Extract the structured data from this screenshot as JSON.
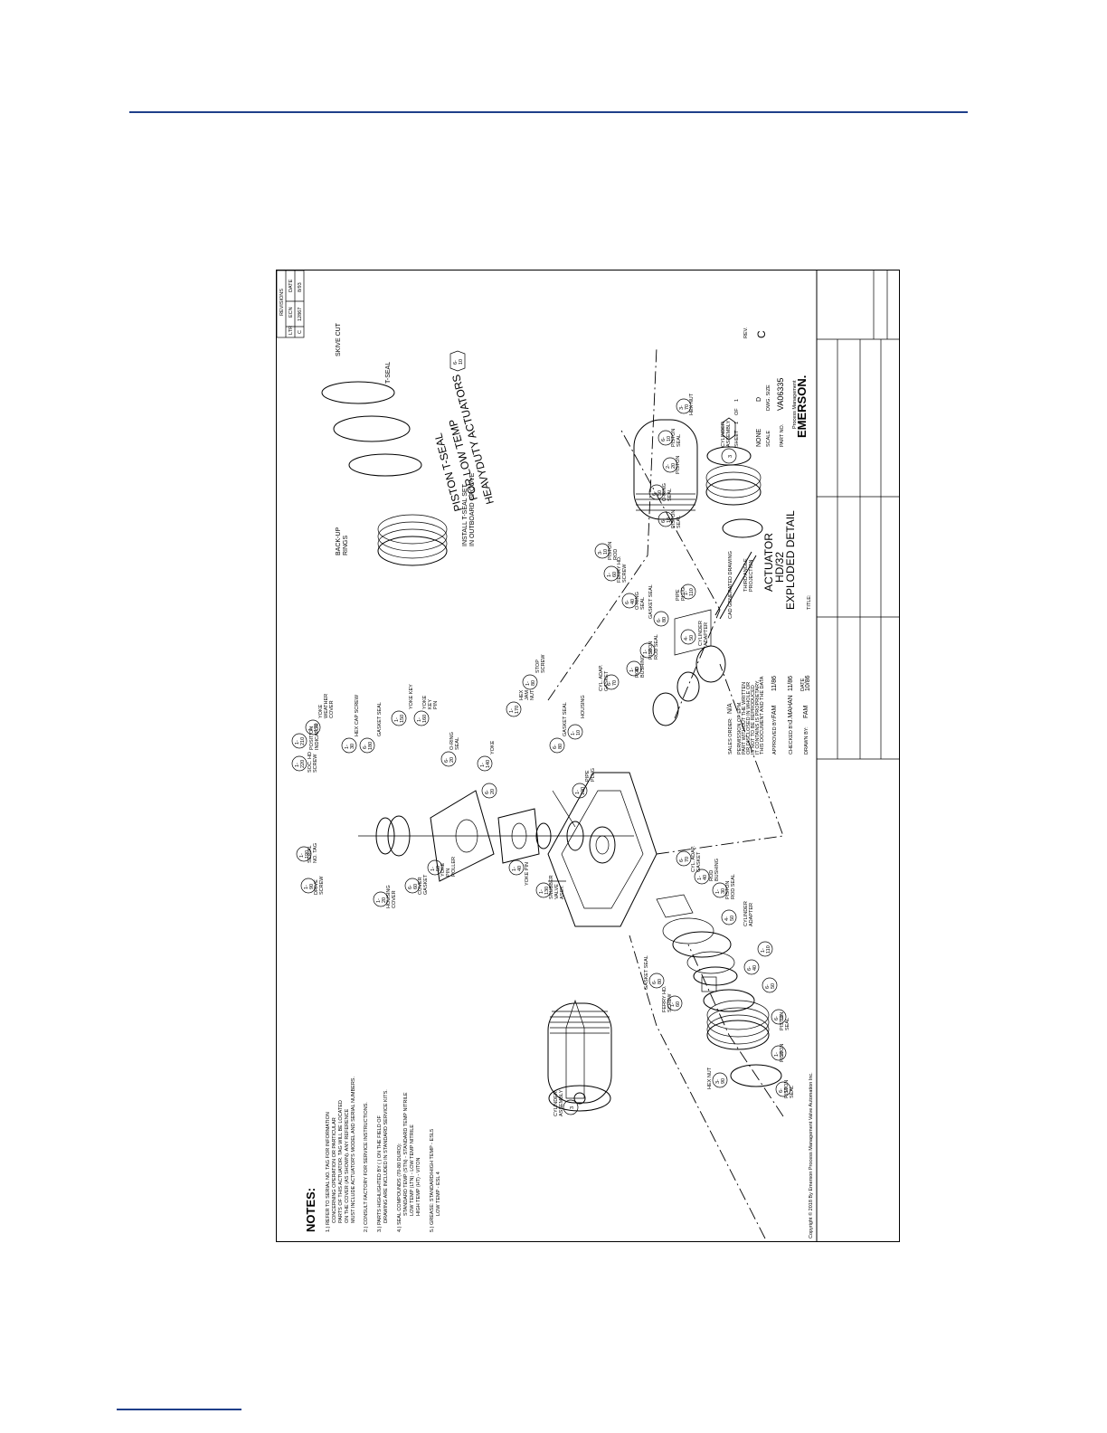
{
  "revisions": {
    "heading": "REVISIONS",
    "cols": [
      "LTR",
      "ECN",
      "DATE"
    ],
    "row": [
      "C",
      "12867",
      "8/93"
    ]
  },
  "notes": {
    "heading": "NOTES:",
    "lines": [
      "1.) REFER TO SERIAL NO. TAG FOR INFORMATION",
      "CONCERNING OPERATION OR PARTICULAR",
      "PARTS OF THIS ACTUATOR. TAG WILL BE LOCATED",
      "ON THE COVER (AS SHOWN). ANY REFERENCE",
      "MUST INCLUDE ACTUATOR'S MODEL AND SERIAL NUMBERS.",
      "2.) CONSULT FACTORY FOR SERVICE INSTRUCTIONS.",
      "3.) PARTS HIGHLIGHTED BY ( ) ON THE FIELD OF",
      "DRAWING ARE INCLUDED IN STANDARD SERVICE KITS.",
      "4.) SEAL COMPOUNDS (70-80 DURO):",
      "STANDARD TEMP (STN) - STANDARD TEMP NITRILE",
      "LOW TEMP (LTN) - LOW TEMP NITRILE",
      "HIGH TEMP (HT) - VITON",
      "5.) GREASE: STANDARD/HIGH TEMP - ESL5",
      "LOW TEMP - ESL 4"
    ]
  },
  "tseal": {
    "title": [
      "PISTON T-SEAL",
      "FOR LOW TEMP",
      "HEAVYDUTY ACTUATORS"
    ],
    "tag": [
      "6-",
      "10"
    ],
    "skive": "SKIVE CUT",
    "tseal": "T-SEAL",
    "backup": [
      "BACK-UP",
      "RINGS"
    ],
    "install": [
      "INSTALL T-SEAL SET",
      "IN OUTBOARD GROOVE"
    ]
  },
  "parts": {
    "soc_hd_screw": [
      "SOC. HD",
      "SCREW"
    ],
    "pos_indicator": [
      "POSITION",
      "INDICATOR"
    ],
    "yoke_weather_cover": [
      "YOKE",
      "WEATHER",
      "COVER"
    ],
    "hex_cap_screw": "HEX CAP SCREW",
    "gasket_seal": "GASKET SEAL",
    "yoke_key": "YOKE KEY",
    "yoke_key_pin": [
      "YOKE",
      "KEY",
      "PIN"
    ],
    "oring_seal": [
      "O-RING",
      "SEAL"
    ],
    "yoke": "YOKE",
    "hex_jam_nut": [
      "HEX",
      "JAM",
      "NUT"
    ],
    "stop_screw": [
      "STOP",
      "SCREW"
    ],
    "housing": "HOUSING",
    "pipe_plug": [
      "PIPE",
      "PLUG"
    ],
    "serial_no_tag": [
      "SERIAL",
      "NO. TAG"
    ],
    "drive_screw": [
      "DRIVE",
      "SCREW"
    ],
    "housing_cover": [
      "HOUSING",
      "COVER"
    ],
    "cover_gasket": [
      "COVER",
      "GASKET"
    ],
    "yoke_pin_roller": [
      "YOKE",
      "PIN",
      "ROLLER"
    ],
    "yoke_pin": "YOKE PIN",
    "snubber_valve": [
      "SNUBBER",
      "VALVE",
      "ASSY."
    ],
    "cyl_adap_gasket": [
      "CYL. ADAP.",
      "GASKET"
    ],
    "rod_bushing": [
      "ROD",
      "BUSHING"
    ],
    "piston_rod_seal": [
      "PISTON",
      "ROD SEAL"
    ],
    "cylinder_adapter": [
      "CYLINDER",
      "ADAPTER"
    ],
    "ferry_screw": [
      "FERRY HD.",
      "SCREW"
    ],
    "piston": "PISTON",
    "piston_seal": [
      "PISTON",
      "SEAL"
    ],
    "hex_nut": [
      "HEX NUT"
    ],
    "cylinder_assembly": [
      "CYLINDER",
      "ASSEMBLY"
    ],
    "piston_rod": [
      "PISTON",
      "ROD"
    ]
  },
  "tags": {
    "t1_220": [
      "1-",
      "220"
    ],
    "t1_210": [
      "1-",
      "210"
    ],
    "t1_170": [
      "1-",
      "170"
    ],
    "t1_30": [
      "1-",
      "30"
    ],
    "t6_180": [
      "6-",
      "180"
    ],
    "t1_150": [
      "1-",
      "150"
    ],
    "t1_160": [
      "1-",
      "160"
    ],
    "t6_20": [
      "6-",
      "20"
    ],
    "t1_140": [
      "1-",
      "140"
    ],
    "t6_20b": [
      "6-",
      "20"
    ],
    "t1_170b": [
      "1-",
      "170"
    ],
    "t1_80": [
      "1-",
      "80"
    ],
    "t6_80": [
      "6-",
      "80"
    ],
    "t1_10": [
      "1-",
      "10"
    ],
    "t1_100": [
      "1-",
      "100"
    ],
    "t1_190": [
      "1-",
      "190"
    ],
    "t1_90": [
      "1-",
      "90"
    ],
    "t1_20": [
      "1-",
      "20"
    ],
    "t6_60": [
      "6-",
      "60"
    ],
    "t1_50": [
      "1-",
      "50"
    ],
    "t1_40": [
      "1-",
      "40"
    ],
    "t1_130": [
      "1-",
      "130"
    ],
    "t6_70": [
      "6-",
      "70"
    ],
    "t1_40b": [
      "1-",
      "40"
    ],
    "t1_30b": [
      "1-",
      "30"
    ],
    "t4_50": [
      "4-",
      "50"
    ],
    "t1_110": [
      "1-",
      "110"
    ],
    "t6_80b": [
      "6-",
      "80"
    ],
    "t1_60": [
      "1-",
      "60"
    ],
    "t6_40": [
      "6-",
      "40"
    ],
    "t6_50": [
      "6-",
      "50"
    ],
    "t6_10": [
      "6-",
      "10"
    ],
    "t1_20b": [
      "1-",
      "20"
    ],
    "t6_10b": [
      "6-",
      "10"
    ],
    "t3_90": [
      "3-",
      "90"
    ],
    "t3": "3",
    "t3b": "3",
    "t3_70": [
      "3-",
      "70"
    ],
    "t6_10c": [
      "6-",
      "10"
    ],
    "t2_20": [
      "2-",
      "20"
    ],
    "t6_50b": [
      "6-",
      "50"
    ],
    "t6_10d": [
      "6-",
      "10"
    ],
    "t3_10": [
      "3-",
      "10"
    ],
    "t1_60b": [
      "1-",
      "60"
    ],
    "t6_40b": [
      "6-",
      "40"
    ],
    "t6_80c": [
      "6-",
      "80"
    ],
    "t4_50b": [
      "4-",
      "50"
    ],
    "t1_40c": [
      "1-",
      "40"
    ],
    "t1_30c": [
      "1-",
      "30"
    ],
    "t1_110b": [
      "1-",
      "110"
    ],
    "t6_70b": [
      "6-",
      "70"
    ]
  },
  "titleblock": {
    "drawn_by_lbl": "DRAWN BY:",
    "drawn_by": "FAM",
    "date_lbl": "DATE",
    "date1": "10/86",
    "checked_lbl": "CHECKED BY:",
    "checked": "J.MAHAN",
    "date2": "11/86",
    "approved_lbl": "APPROVED BY:",
    "approved": "FAM",
    "date3": "11/86",
    "notice": [
      "THIS DOCUMENT AND THE DATA",
      "IT CONTAINS IS PROPRIETARY,",
      "IS NOT TO BE REPRODUCED",
      "OR DISCLOSED IN WHOLE OR",
      "PART WITHOUT THE WRITTEN",
      "PERMISSION OF EPM."
    ],
    "sales_order_lbl": "SALES ORDER:",
    "sales_order": "N/A",
    "title_lbl": "TITLE:",
    "title": [
      "EXPLODED DETAIL",
      "HD/32",
      "ACTUATOR"
    ],
    "third_angle": [
      "THIRD ANGLE",
      "PROJECTION"
    ],
    "cad": "CAD GENERATED DRAWING",
    "brand": "EMERSON.",
    "brand_sub": "Process Management",
    "part_no_lbl": "PART NO.",
    "part_no": "VA06335",
    "scale_lbl": "SCALE",
    "scale": "NONE",
    "dwg_lbl": "DWG. SIZE",
    "dwg": "D",
    "sheet_lbl": "SHEET",
    "sheet": "1",
    "of_lbl": "OF",
    "of": "1",
    "rev_lbl": "REV.",
    "rev": "C"
  },
  "copyright": "Copyright © 2018 By Emerson Process Management Valve Automation Inc."
}
